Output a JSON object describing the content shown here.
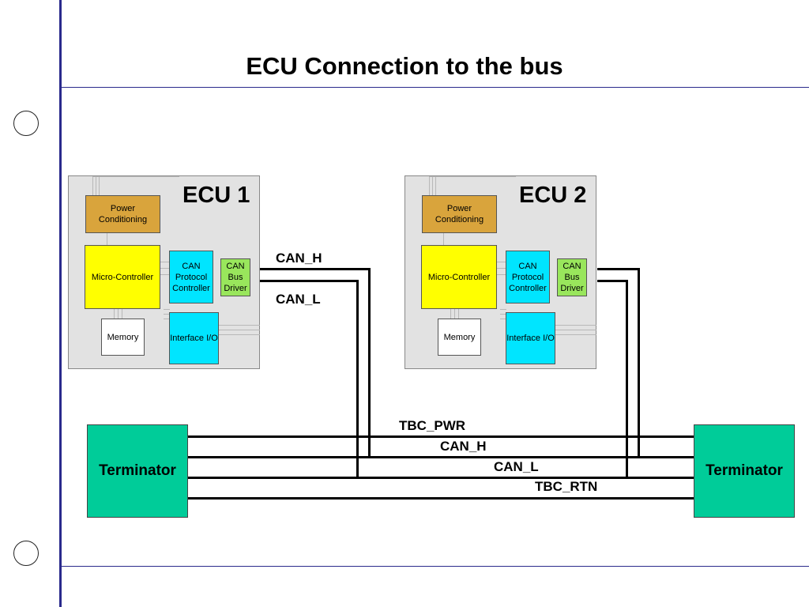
{
  "title": "ECU Connection to the bus",
  "ecus": [
    {
      "title": "ECU 1",
      "power_conditioning": "Power Conditioning",
      "micro_controller": "Micro-Controller",
      "can_protocol_controller": "CAN Protocol Controller",
      "can_bus_driver": "CAN Bus Driver",
      "memory": "Memory",
      "interface_io": "Interface I/O"
    },
    {
      "title": "ECU 2",
      "power_conditioning": "Power Conditioning",
      "micro_controller": "Micro-Controller",
      "can_protocol_controller": "CAN Protocol Controller",
      "can_bus_driver": "CAN Bus Driver",
      "memory": "Memory",
      "interface_io": "Interface I/O"
    }
  ],
  "stub_labels": {
    "can_h": "CAN_H",
    "can_l": "CAN_L"
  },
  "bus_labels": {
    "tbc_pwr": "TBC_PWR",
    "can_h": "CAN_H",
    "can_l": "CAN_L",
    "tbc_rtn": "TBC_RTN"
  },
  "terminators": {
    "left": "Terminator",
    "right": "Terminator"
  },
  "colors": {
    "power": "#d9a43c",
    "micro_controller": "#ffff00",
    "can_blocks": "#00e5ff",
    "bus_driver": "#99e65c",
    "terminator": "#00cc99",
    "margin_lines": "#2a2a8c"
  }
}
